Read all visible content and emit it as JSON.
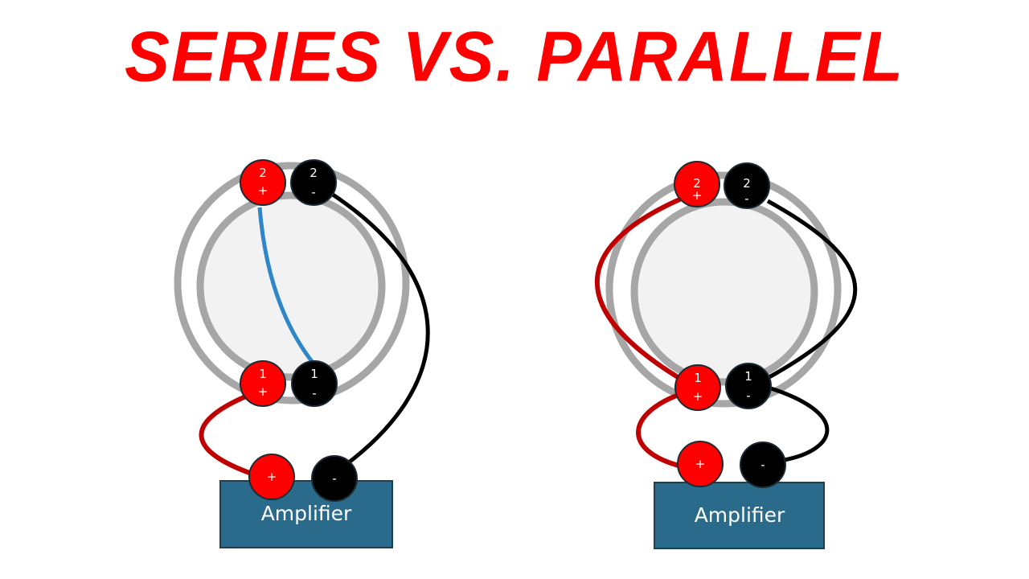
{
  "title": "SERIES VS. PARALLEL",
  "colors": {
    "title": "#fe0000",
    "positive": "#fe0000",
    "negative": "#000000",
    "jumper": "#2f86c8",
    "wire_red": "#c00000",
    "amplifier": "#2a6a8a",
    "speaker_ring": "#a6a6a6",
    "speaker_cone": "#f2f2f2"
  },
  "series": {
    "amplifier_label": "Amplifier",
    "terminals": {
      "v2_pos": {
        "num": "2",
        "sign": "+"
      },
      "v2_neg": {
        "num": "2",
        "sign": "-"
      },
      "v1_pos": {
        "num": "1",
        "sign": "+"
      },
      "v1_neg": {
        "num": "1",
        "sign": "-"
      },
      "amp_pos": {
        "sign": "+"
      },
      "amp_neg": {
        "sign": "-"
      }
    }
  },
  "parallel": {
    "amplifier_label": "Amplifier",
    "terminals": {
      "v2_pos": {
        "num": "2",
        "sign": "+"
      },
      "v2_neg": {
        "num": "2",
        "sign": "-"
      },
      "v1_pos": {
        "num": "1",
        "sign": "+"
      },
      "v1_neg": {
        "num": "1",
        "sign": "-"
      },
      "amp_pos": {
        "sign": "+"
      },
      "amp_neg": {
        "sign": "-"
      }
    }
  }
}
